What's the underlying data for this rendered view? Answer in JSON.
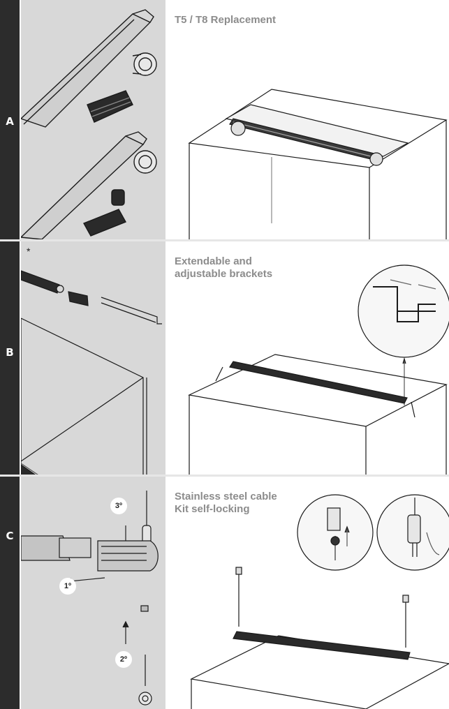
{
  "sections": [
    {
      "letter": "A",
      "title_lines": [
        "T5 / T8 Replacement"
      ]
    },
    {
      "letter": "B",
      "title_lines": [
        "Extendable and",
        "adjustable brackets"
      ],
      "asterisk": "*"
    },
    {
      "letter": "C",
      "title_lines": [
        "Stainless steel cable",
        "Kit self-locking"
      ],
      "steps": [
        "3º",
        "1º",
        "2º"
      ]
    }
  ],
  "colors": {
    "band": "#2c2c2c",
    "panel_gray": "#d8d8d8",
    "title_gray": "#8c8c8c"
  }
}
